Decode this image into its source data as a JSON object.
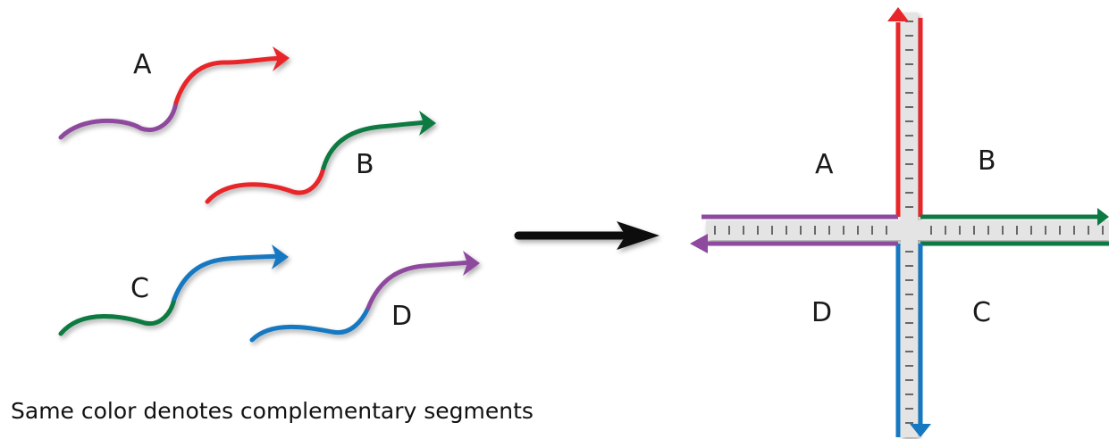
{
  "colors": {
    "red": "#e8262a",
    "green": "#0e7a43",
    "blue": "#1578c0",
    "purple": "#8e4a9e",
    "arrow": "#111111",
    "backbone": "#e4e4e4",
    "tick": "#333333"
  },
  "strands": [
    {
      "label": "A",
      "left_color": "purple",
      "right_color": "red"
    },
    {
      "label": "B",
      "left_color": "red",
      "right_color": "green"
    },
    {
      "label": "C",
      "left_color": "green",
      "right_color": "blue"
    },
    {
      "label": "D",
      "left_color": "blue",
      "right_color": "purple"
    }
  ],
  "junction": {
    "arm_labels": [
      "A",
      "B",
      "C",
      "D"
    ],
    "arm_colors": {
      "top_left": "red",
      "top_right": "red",
      "right_top": "green",
      "right_bottom": "green",
      "bottom_right": "blue",
      "bottom_left": "blue",
      "left_bottom": "purple",
      "left_top": "purple"
    }
  },
  "caption": "Same color denotes complementary segments"
}
